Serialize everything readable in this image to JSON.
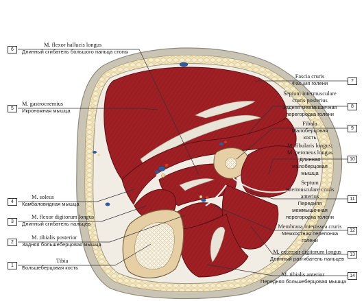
{
  "labels": [
    {
      "num": "6",
      "lat": "M. flexor hallucis longus",
      "ru": "Длинный сгибатель большого пальца стопы"
    },
    {
      "num": "5",
      "lat": "M. gastrocnemius",
      "ru": "Икроножная мышца"
    },
    {
      "num": "4",
      "lat": "M. soleus",
      "ru": "Камбаловидная мышца"
    },
    {
      "num": "3",
      "lat": "M. flexor digitorum longus",
      "ru": "Длинный сгибатель пальцев"
    },
    {
      "num": "2",
      "lat": "M. tibialis posterior",
      "ru": "Задняя большеберцовая мышца"
    },
    {
      "num": "1",
      "lat": "Tibia",
      "ru": "Большеберцовая кость"
    },
    {
      "num": "7",
      "lat": "Fascia cruris",
      "ru": "Фасция голени"
    },
    {
      "num": "8",
      "lat": [
        "Septum intermusculare",
        "cruris posterius"
      ],
      "ru": [
        "Задняя межмышечная",
        "перегородка голени"
      ]
    },
    {
      "num": "9",
      "lat": "Fibula",
      "ru": [
        "Малоберцовая",
        "кость"
      ]
    },
    {
      "num": "10",
      "lat": [
        "M. fibularis longus;",
        "M. peroneus longus"
      ],
      "ru": [
        "Длинная",
        "малоберцовая",
        "мышца"
      ]
    },
    {
      "num": "11",
      "lat": [
        "Septum",
        "intermusculare cruris",
        "anterius"
      ],
      "ru": [
        "Передняя",
        "межмышечная",
        "перегородка голени"
      ]
    },
    {
      "num": "12",
      "lat": "Membrana interossea cruris",
      "ru": [
        "Межкостная перепонка",
        "голени"
      ]
    },
    {
      "num": "13",
      "lat": "M. extensor digitorum longus",
      "ru": "Длинный разгибатель пальцев"
    },
    {
      "num": "14",
      "lat": "M. tibialis anterior",
      "ru": "Передняя большеберцовая мышца"
    }
  ],
  "colors": {
    "muscle": "#9e1f24",
    "muscle_dark": "#6f1116",
    "fat": "#efe2b8",
    "skin": "#c9c4b4",
    "bone": "#e6cfa4",
    "marrow": "#f4eedc",
    "fascia": "#f1ede4",
    "vessel_red": "#c8402a",
    "vessel_blue": "#2d5c9a",
    "leader": "#333333"
  }
}
